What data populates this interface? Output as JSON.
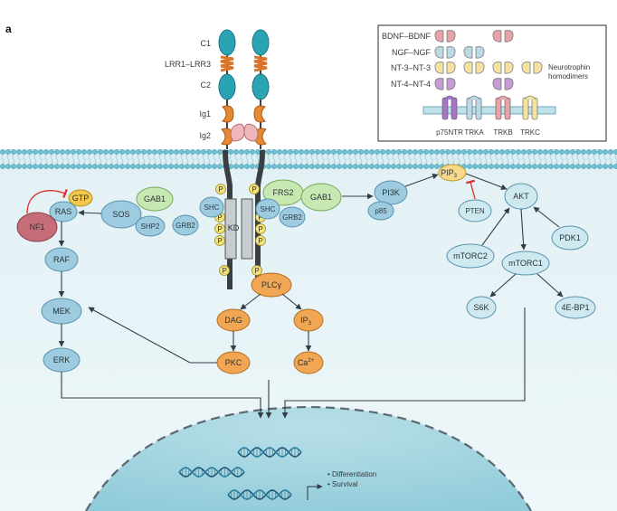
{
  "figure": {
    "panel_label": "a",
    "receptor_domains": [
      "C1",
      "LRR1–LRR3",
      "C2",
      "Ig1",
      "Ig2"
    ],
    "legend": {
      "dimers": [
        "BDNF–BDNF",
        "NGF–NGF",
        "NT-3–NT-3",
        "NT-4–NT-4"
      ],
      "note": "Neurotrophin homodimers",
      "receptors": [
        "p75NTR",
        "TRKA",
        "TRKB",
        "TRKC"
      ],
      "colors": {
        "BDNF": "#e8a3a8",
        "NGF": "#bcd9e6",
        "NT3": "#f6e3a2",
        "NT4": "#c79bd6"
      }
    },
    "kinase_domain": "KD",
    "phospho": "P",
    "left_cascade": {
      "gtp": "GTP",
      "ras": "RAS",
      "nf1": "NF1",
      "raf": "RAF",
      "mek": "MEK",
      "erk": "ERK"
    },
    "adaptors_left": {
      "sos": "SOS",
      "gab1": "GAB1",
      "shp2": "SHP2",
      "grb2": "GRB2",
      "shc": "SHC"
    },
    "adaptors_right": {
      "frs2": "FRS2",
      "gab1": "GAB1",
      "shc": "SHC",
      "grb2": "GRB2"
    },
    "plc_branch": {
      "plcg": "PLCγ",
      "dag": "DAG",
      "ip3": "IP",
      "ip3_sub": "3",
      "pkc": "PKC",
      "ca": "Ca",
      "ca_sup": "2+"
    },
    "pi3k_branch": {
      "pi3k": "PI3K",
      "p85": "p85",
      "pip3": "PIP",
      "pip3_sub": "3",
      "pten": "PTEN",
      "akt": "AKT",
      "pdk1": "PDK1",
      "mtorc2": "mTORC2",
      "mtorc1": "mTORC1",
      "s6k": "S6K",
      "ebp1": "4E-BP1"
    },
    "nucleus": {
      "outcomes": [
        "• Differentiation",
        "• Survival"
      ]
    }
  }
}
